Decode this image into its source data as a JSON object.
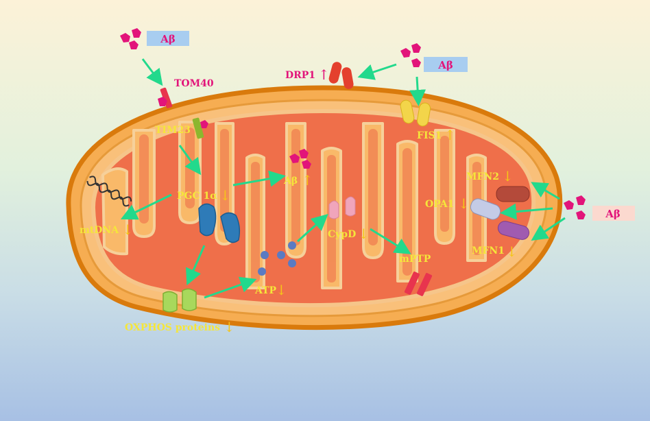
{
  "labels": {
    "abeta": "Aβ",
    "tom40": "TOM40",
    "tim23": "TIM23",
    "drp1": "DRP1",
    "fis1": "FIS1",
    "pgc1a": "PGC 1α",
    "mtdna": "mtDNA",
    "abeta_inner": "Aβ",
    "mfn2": "MFN2",
    "opa1": "OPA1",
    "mfn1": "MFN1",
    "cypd": "CypD",
    "mptp": "mPTP",
    "atp": "ATP",
    "oxphos": "OXPHOS proteins"
  },
  "arrows": {
    "up": "↑",
    "down": "↓"
  },
  "colors": {
    "background_top": "#fbf3da",
    "background_mid": "#dff0dc",
    "background_bottom": "#a9c3e6",
    "outer_membrane": "#e58a12",
    "intermembrane": "#f9b45a",
    "matrix": "#ee6a48",
    "cristae_border": "#f7c989",
    "arrow_green": "#22d98c",
    "abeta_box_blue": "#a8cdf0",
    "abeta_box_pink": "#fbd9cf",
    "label_yellow": "#f5e63a",
    "label_magenta": "#e2147a"
  }
}
